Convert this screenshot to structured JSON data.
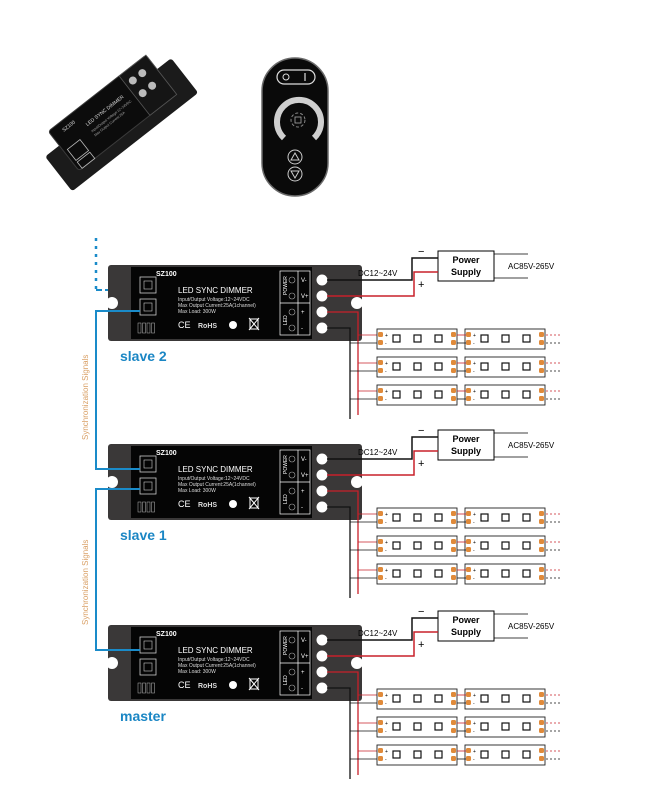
{
  "title": "LED Sync Dimmer Wiring Diagram",
  "colors": {
    "sync_blue": "#1a8bc9",
    "label_blue": "#1a86c4",
    "sync_text": "#d9a066",
    "wire_red": "#c8202a",
    "wire_black": "#111111",
    "case_dark": "#3a3838",
    "case_black": "#050505",
    "led_orange": "#e08a3a"
  },
  "products": {
    "controller_name": "controller-photo",
    "controller_label": "SZ100",
    "remote_name": "touch-remote-photo"
  },
  "device": {
    "model": "SZ100",
    "title": "LED SYNC DIMMER",
    "spec_lines": [
      "Input/Output Voltage:12~24VDC",
      "Max Output Current:25A(1channel)",
      "Max Load: 300W"
    ],
    "cert_ce": "CE",
    "cert_rohs": "RoHS",
    "power_label": "POWER",
    "led_label": "LED",
    "terminals": [
      "V-",
      "V+",
      "+",
      "-"
    ]
  },
  "units": [
    {
      "role": "slave 2"
    },
    {
      "role": "slave 1"
    },
    {
      "role": "master"
    }
  ],
  "power_supply": {
    "label_line1": "Power",
    "label_line2": "Supply",
    "dc_label": "DC12~24V",
    "ac_label": "AC85V-265V",
    "minus": "−",
    "plus": "+"
  },
  "led_strip": {
    "pin_plus": "+",
    "pin_minus": "-",
    "rows_per_unit": 3,
    "segments_per_row": 2,
    "leds_per_segment": 3
  },
  "sync_labels": [
    "Synchronization Signals",
    "Synchronization Signals"
  ]
}
